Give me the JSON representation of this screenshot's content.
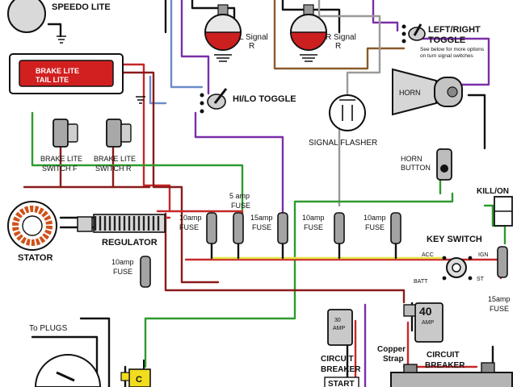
{
  "labels": {
    "speedo": "SPEEDO LITE",
    "brake_tail_1": "BRAKE LITE",
    "brake_tail_2": "TAIL LITE",
    "l_signal_1": "L Signal",
    "l_signal_2": "R",
    "r_signal_1": "R Signal",
    "r_signal_2": "R",
    "left_right_1": "LEFT/RIGHT",
    "left_right_2": "TOGGLE",
    "left_right_note_1": "See below for more options",
    "left_right_note_2": "on turn signal switches",
    "hilo": "HI/LO TOGGLE",
    "horn": "HORN",
    "signal_flasher": "SIGNAL FLASHER",
    "horn_button_1": "HORN",
    "horn_button_2": "BUTTON",
    "brake_switch_f_1": "BRAKE LITE",
    "brake_switch_f_2": "SWITCH  F",
    "brake_switch_r_1": "BRAKE LITE",
    "brake_switch_r_2": "SWITCH  R",
    "kill_on": "KILL/ON",
    "fuse_5_1": "5 amp",
    "fuse_5_2": "FUSE",
    "fuse_10a_1": "10amp",
    "fuse_10a_2": "FUSE",
    "fuse_15a_1": "15amp",
    "fuse_15a_2": "FUSE",
    "fuse_10b_1": "10amp",
    "fuse_10b_2": "FUSE",
    "fuse_10c_1": "10amp",
    "fuse_10c_2": "FUSE",
    "fuse_10d_1": "10amp",
    "fuse_10d_2": "FUSE",
    "fuse_15b_1": "15amp",
    "fuse_15b_2": "FUSE",
    "key_switch": "KEY SWITCH",
    "acc": "ACC",
    "ign": "IGN",
    "batt": "BATT",
    "st": "ST",
    "stator": "STATOR",
    "regulator": "REGULATOR",
    "to_plugs": "To PLUGS",
    "cb30_1": "30",
    "cb30_2": "AMP",
    "cb40_1": "40",
    "cb40_2": "AMP",
    "circuit_breaker_1": "CIRCUIT",
    "circuit_breaker_2": "BREAKER",
    "circuit_breaker2_1": "CIRCUIT",
    "circuit_breaker2_2": "BREAKER",
    "copper_1": "Copper",
    "copper_2": "Strap",
    "start": "START",
    "coil": "C"
  },
  "colors": {
    "red": "#c62828",
    "darkred": "#8b1a1a",
    "green": "#2e9a2e",
    "purple": "#7b2fa8",
    "blue": "#6b8cc8",
    "yellow": "#e6e24a",
    "black": "#111111",
    "brown": "#8b5a2b",
    "gray": "#9a9a9a"
  }
}
